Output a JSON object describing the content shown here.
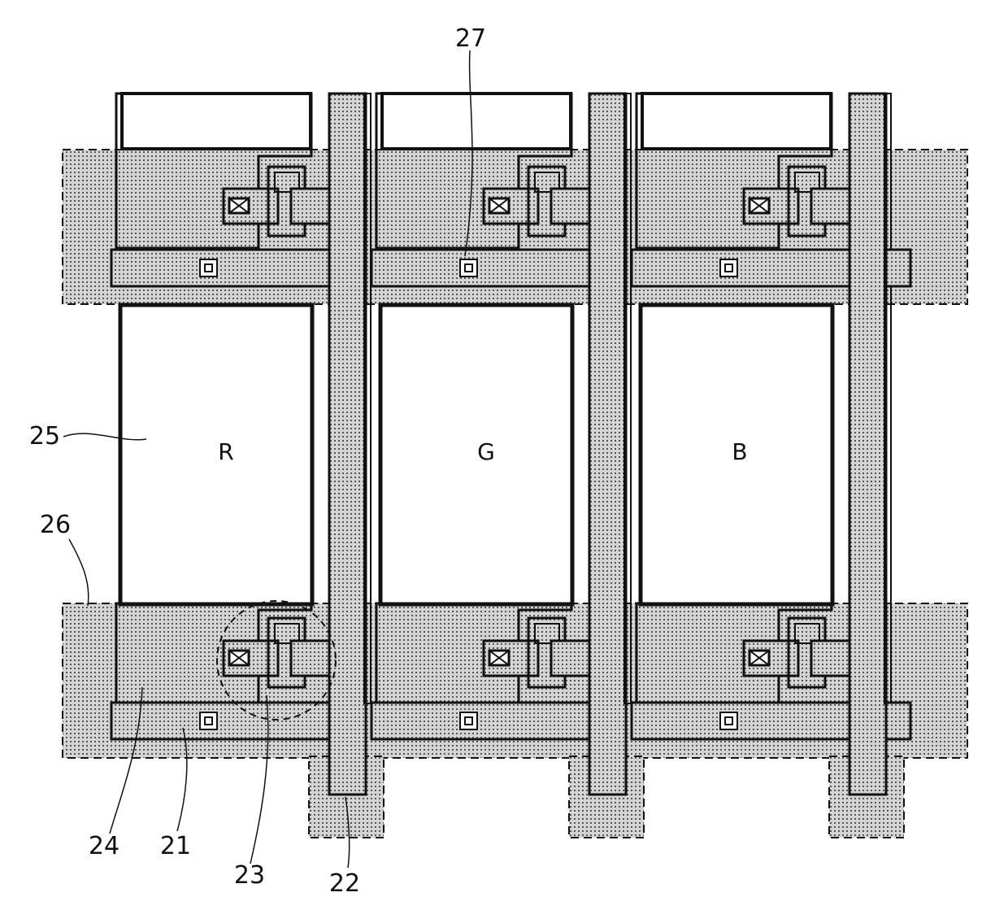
{
  "pixel_labels": [
    "R",
    "G",
    "B"
  ],
  "reference_numerals": {
    "n21": "21",
    "n22": "22",
    "n23": "23",
    "n24": "24",
    "n25": "25",
    "n26": "26",
    "n27": "27"
  },
  "colors": {
    "line": "#111111",
    "dot_fill": "#bdbdbd",
    "background": "#ffffff"
  }
}
